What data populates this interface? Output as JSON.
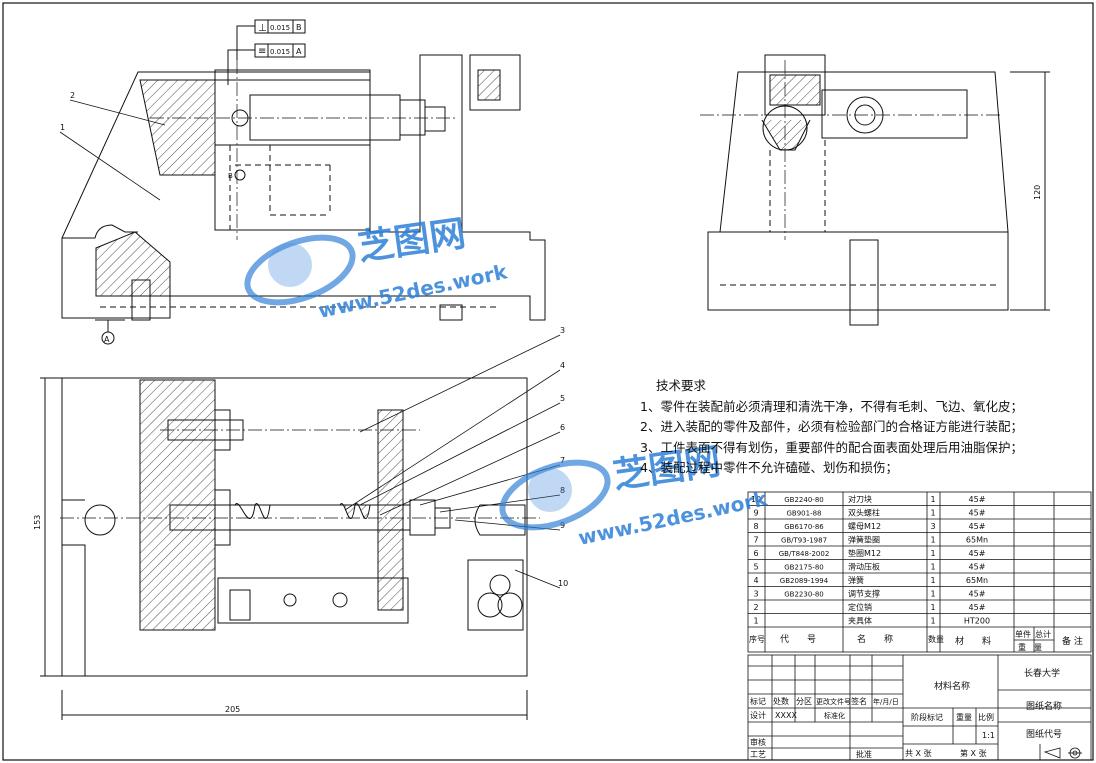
{
  "watermark": {
    "brand": "芝图网",
    "url": "www.52des.work",
    "color": "#2e7fd6"
  },
  "dimensions": {
    "height_right": "120",
    "height_plan": "153",
    "width_plan": "205"
  },
  "tolerance_frames": [
    {
      "symbol": "⊥",
      "value": "0.015",
      "datum": "B"
    },
    {
      "symbol": "≡",
      "value": "0.015",
      "datum": "A"
    }
  ],
  "datum_labels": {
    "a": "A",
    "b": "B"
  },
  "leaders": [
    "1",
    "2",
    "3",
    "4",
    "5",
    "6",
    "7",
    "8",
    "9",
    "10"
  ],
  "tech_requirements": {
    "title": "技术要求",
    "items": [
      "1、零件在装配前必须清理和清洗干净，不得有毛刺、飞边、氧化皮；",
      "2、进入装配的零件及部件，必须有检验部门的合格证方能进行装配；",
      "3、工件表面不得有划伤，重要部件的配合面表面处理后用油脂保护；",
      "4、装配过程中零件不允许磕碰、划伤和损伤；"
    ]
  },
  "bom": {
    "rows": [
      {
        "no": "10",
        "code": "GB2240-80",
        "name": "对刀块",
        "qty": "1",
        "material": "45#"
      },
      {
        "no": "9",
        "code": "GB901-88",
        "name": "双头螺柱",
        "qty": "1",
        "material": "45#"
      },
      {
        "no": "8",
        "code": "GB6170-86",
        "name": "螺母M12",
        "qty": "3",
        "material": "45#"
      },
      {
        "no": "7",
        "code": "GB/T93-1987",
        "name": "弹簧垫圈",
        "qty": "1",
        "material": "65Mn"
      },
      {
        "no": "6",
        "code": "GB/T848-2002",
        "name": "垫圈M12",
        "qty": "1",
        "material": "45#"
      },
      {
        "no": "5",
        "code": "GB2175-80",
        "name": "滑动压板",
        "qty": "1",
        "material": "45#"
      },
      {
        "no": "4",
        "code": "GB2089-1994",
        "name": "弹簧",
        "qty": "1",
        "material": "65Mn"
      },
      {
        "no": "3",
        "code": "GB2230-80",
        "name": "调节支撑",
        "qty": "1",
        "material": "45#"
      },
      {
        "no": "2",
        "code": "",
        "name": "定位销",
        "qty": "1",
        "material": "45#"
      },
      {
        "no": "1",
        "code": "",
        "name": "夹具体",
        "qty": "1",
        "material": "HT200"
      }
    ],
    "header": {
      "no": "序号",
      "code": "代　　号",
      "name": "名　　称",
      "qty": "数量",
      "material": "材　　料",
      "unit_weight": "单件",
      "total_weight": "总计",
      "weight": "重　量",
      "remark": "备 注"
    }
  },
  "title_block": {
    "material_name": "材料名称",
    "school": "长春大学",
    "drawing_name": "图纸名称",
    "drawing_code": "图纸代号",
    "marks": "标记",
    "count": "处数",
    "zone": "分区",
    "change_doc": "更改文件号",
    "signature": "签名",
    "date": "年/月/日",
    "design": "设计",
    "designer": "XXXX",
    "standardize": "标准化",
    "stage_mark": "阶段标记",
    "weight": "重量",
    "scale": "比例",
    "scale_value": "1:1",
    "review": "审核",
    "process": "工艺",
    "approve": "批准",
    "sheets_total": "共 X 张",
    "sheet_no": "第 X 张"
  }
}
